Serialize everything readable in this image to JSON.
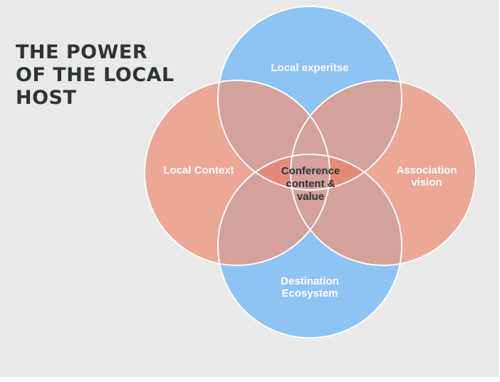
{
  "title": {
    "line1": "THE POWER",
    "line2": "OF THE LOCAL",
    "line3": "HOST"
  },
  "diagram": {
    "top": {
      "label": "Local experitse"
    },
    "left": {
      "label": "Local Context"
    },
    "right": {
      "label_line1": "Association",
      "label_line2": "vision"
    },
    "bottom": {
      "label_line1": "Destination",
      "label_line2": "Ecosystem"
    },
    "center": {
      "label_line1": "Conference",
      "label_line2": "content &",
      "label_line3": "value"
    }
  },
  "colors": {
    "background": "#e9e9ea",
    "blue_circle": "#8ec4f3",
    "salmon_circle": "#eba896",
    "overlap": "#d4a19b",
    "center": "#e58a79",
    "outline": "#ffffff",
    "title_text": "#2e3336"
  }
}
